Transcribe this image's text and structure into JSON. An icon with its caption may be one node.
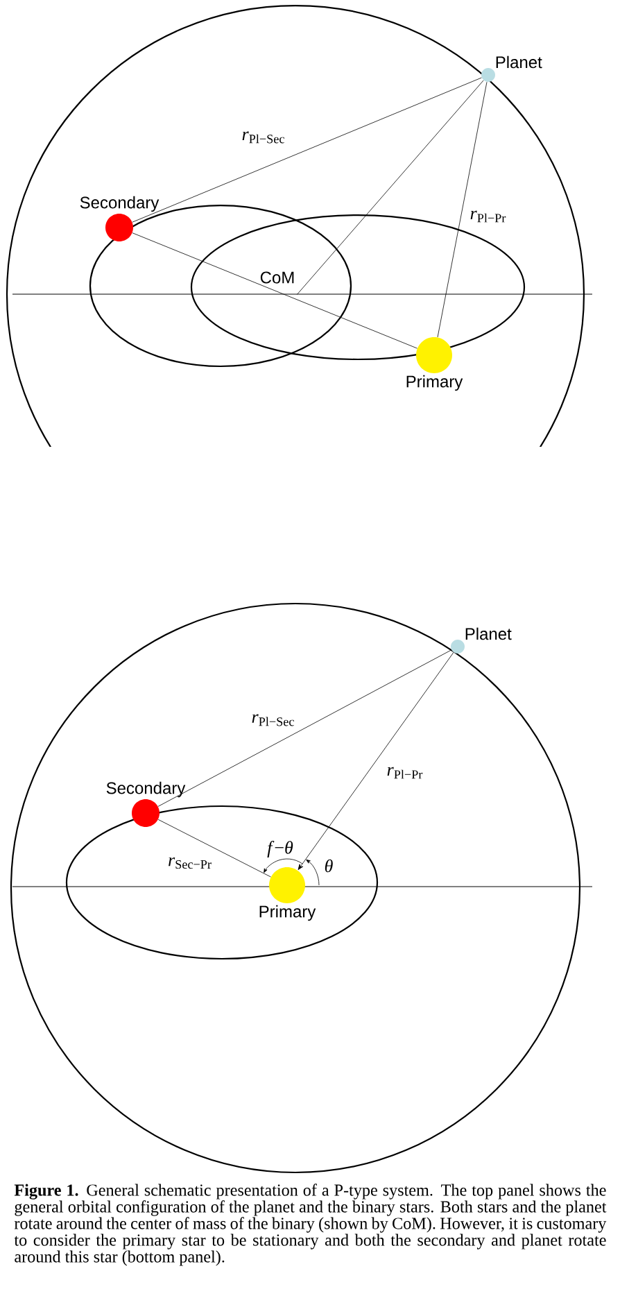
{
  "diagram": {
    "caption": "**Figure 1.** General schematic presentation of a P-type system. The top panel shows the general orbital configuration of the planet and the binary stars. Both stars and the planet rotate around the center of mass of the binary (shown by CoM). However, it is customary to consider the primary star to be stationary and both the secondary and planet rotate around this star (bottom panel).",
    "nodes": [
      {
        "text": [
          "Planet"
        ]
      },
      {
        "text": [
          "Secondary"
        ]
      },
      {
        "text": [
          "CoM"
        ]
      },
      {
        "text": [
          "Primary"
        ]
      },
      {
        "text": [
          "Planet"
        ]
      },
      {
        "text": [
          "Secondary"
        ]
      },
      {
        "text": [
          "Primary"
        ]
      }
    ],
    "edges": [
      {
        "from": 0,
        "to": 1,
        "arrow": "none",
        "label": "*r*$_{Pl−Sec}$"
      },
      {
        "from": 0,
        "to": 2,
        "arrow": "none"
      },
      {
        "from": 0,
        "to": 3,
        "arrow": "none",
        "label": "*r*$_{Pl−Pr}$"
      },
      {
        "from": 1,
        "to": 3,
        "arrow": "none"
      },
      {
        "from": 4,
        "to": 5,
        "arrow": "none",
        "label": "*r*$_{Pl−Sec}$"
      },
      {
        "from": 4,
        "to": 6,
        "arrow": "to",
        "label": "*r*$_{Pl−Pr}$"
      },
      {
        "from": 5,
        "to": 6,
        "arrow": "none",
        "label": "*r*$_{Sec−Pr}$"
      }
    ],
    "labels": [
      "*f*−*θ*",
      "*θ*"
    ]
  }
}
